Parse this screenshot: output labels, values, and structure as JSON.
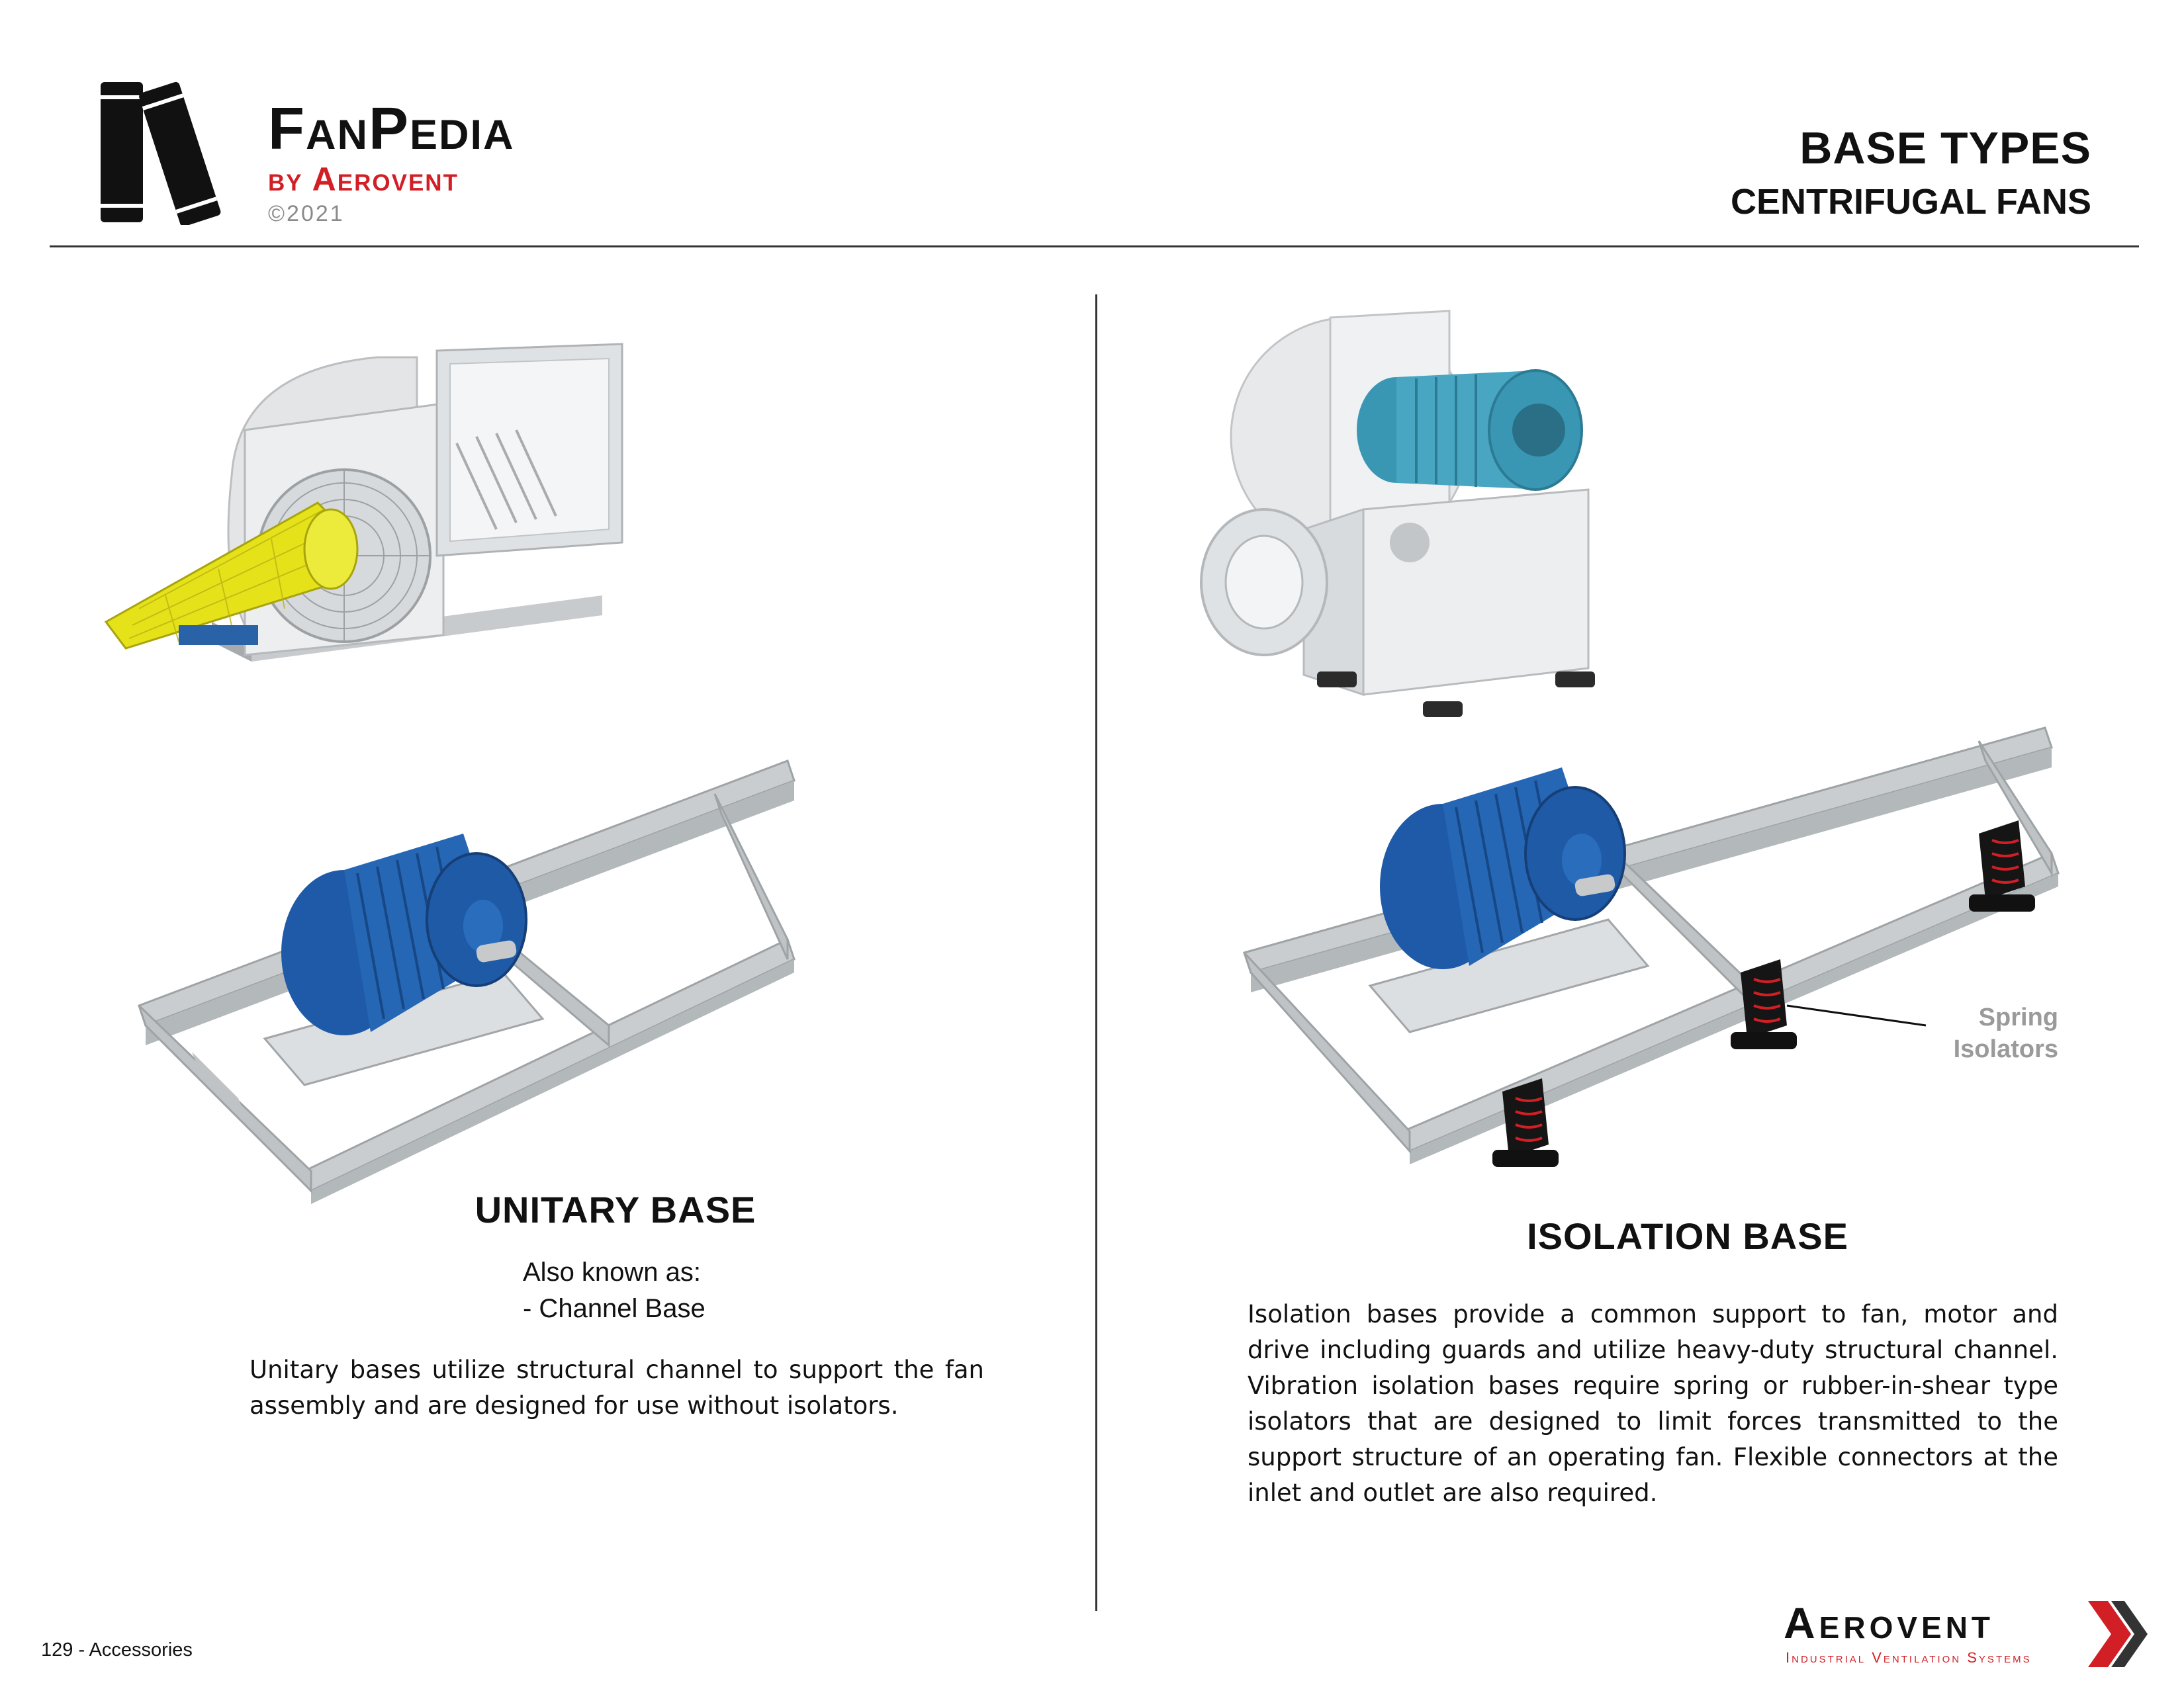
{
  "header": {
    "brand_name": "FanPedia",
    "brand_by": "by Aerovent",
    "copyright": "©2021",
    "title": "BASE TYPES",
    "subtitle": "CENTRIFUGAL FANS"
  },
  "left": {
    "heading": "UNITARY BASE",
    "aka_label": "Also known as:",
    "aka_item": "- Channel Base",
    "body": "Unitary bases utilize structural channel to support the fan assembly and are designed for use without isolators."
  },
  "right": {
    "heading": "ISOLATION BASE",
    "callout": [
      "Spring",
      "Isolators"
    ],
    "body": "Isolation bases provide a common support to fan, motor and drive including guards and utilize heavy-duty structural channel. Vibration isolation bases require spring or rubber-in-shear type isolators that are designed to limit forces transmitted to the support structure of an operating fan. Flexible connectors at the inlet and outlet are also required."
  },
  "footer": {
    "page_label": "129 - Accessories",
    "brand": "Aerovent",
    "tagline": "Industrial Ventilation Systems"
  },
  "colors": {
    "brand_red": "#d21f26",
    "motor_blue": "#1f5aa8",
    "guard_yellow": "#e6e21a",
    "steel_gray": "#c9cdcf"
  }
}
